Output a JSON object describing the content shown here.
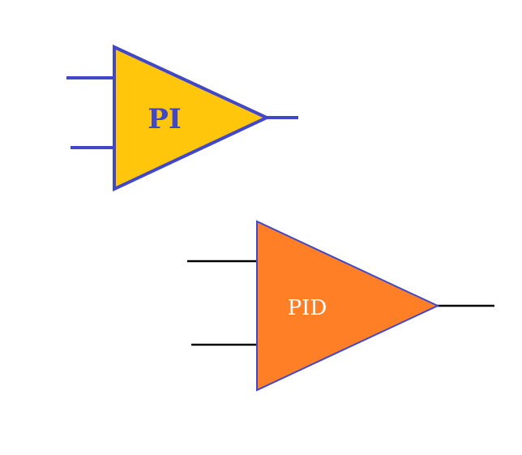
{
  "blocks": [
    {
      "id": "pi",
      "label": "PI",
      "fill_color": "#FFC60B",
      "stroke_color": "#4147C9",
      "lead_color": "#4147C9",
      "label_color": "#4147C9"
    },
    {
      "id": "pid",
      "label": "PID",
      "fill_color": "#FF7F27",
      "stroke_color": "#4147C9",
      "lead_color": "#000000",
      "label_color": "#FFFFFF"
    }
  ]
}
